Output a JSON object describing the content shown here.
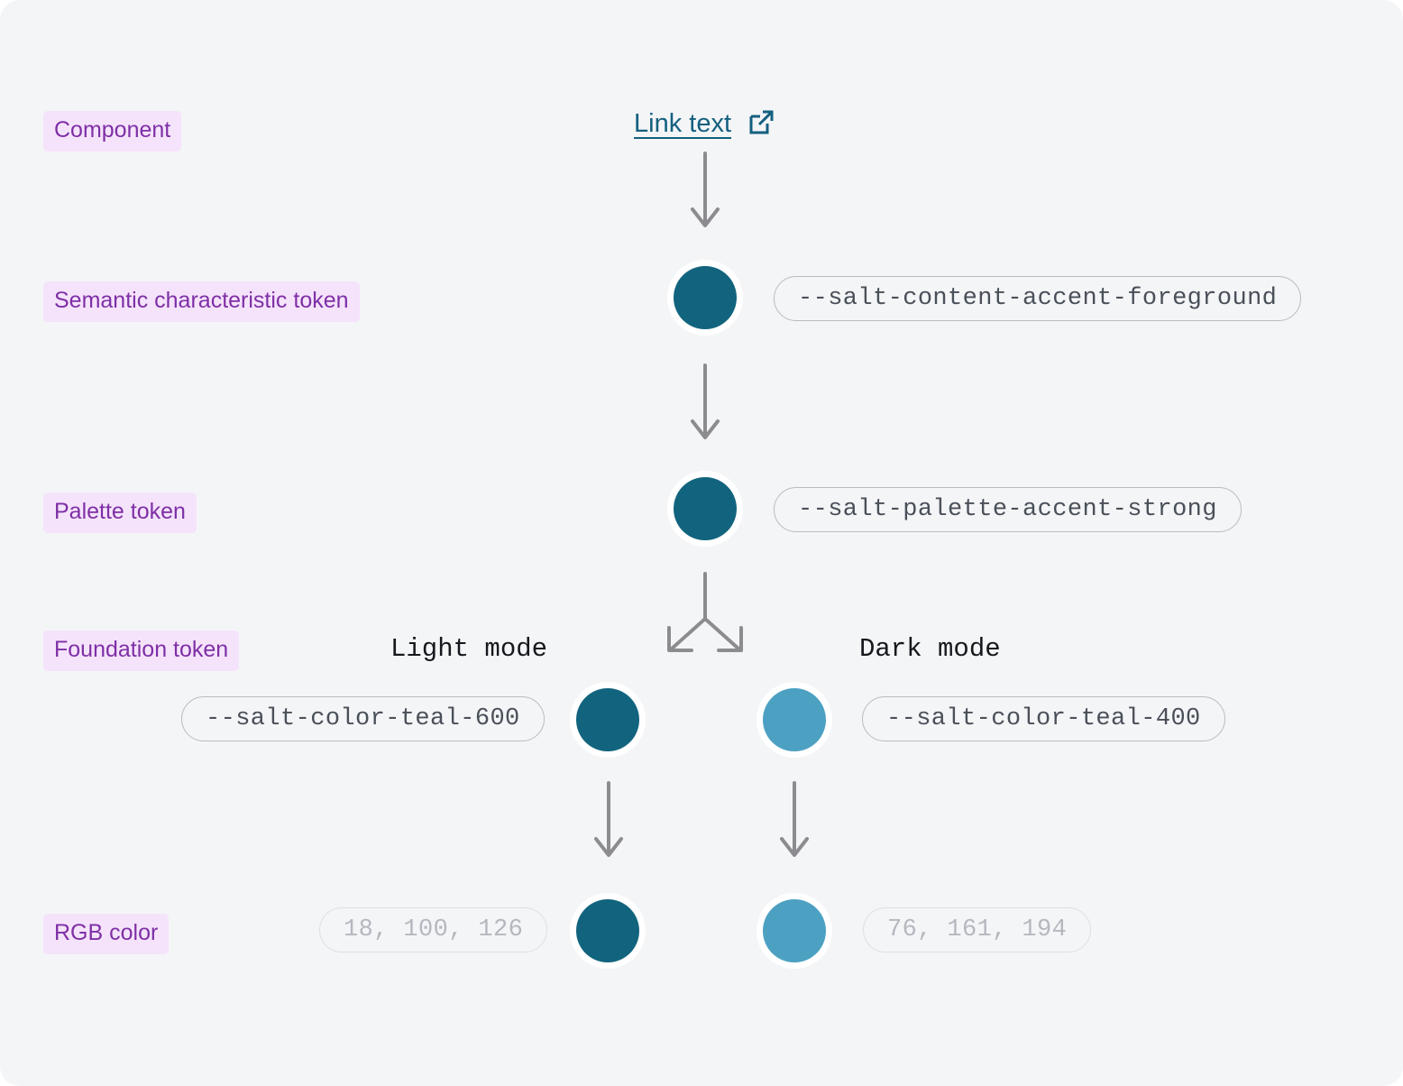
{
  "page": {
    "background": "#F4F5F7"
  },
  "rows": {
    "component": {
      "label": "Component"
    },
    "semantic": {
      "label": "Semantic characteristic token"
    },
    "palette": {
      "label": "Palette token"
    },
    "foundation": {
      "label": "Foundation token"
    },
    "rgb": {
      "label": "RGB color"
    }
  },
  "component": {
    "link_label": "Link text",
    "link_color": "#14607F",
    "icon": "external-link-icon"
  },
  "tokens": {
    "semantic": "--salt-content-accent-foreground",
    "palette": "--salt-palette-accent-strong",
    "light_foundation": "--salt-color-teal-600",
    "dark_foundation": "--salt-color-teal-400"
  },
  "modes": {
    "light_label": "Light mode",
    "dark_label": "Dark mode"
  },
  "rgb_values": {
    "light": "18, 100, 126",
    "dark": "76, 161, 194"
  },
  "colors": {
    "teal_600": "#12647E",
    "teal_400": "#4CA1C2",
    "arrow": "#8C8C90",
    "pill_border": "#B9BCC0",
    "pill_text": "#4A5059",
    "muted_border": "#DDE0E4",
    "muted_text": "#B4B8BE",
    "label_bg": "#F5E3FB",
    "label_text": "#7E2FA6"
  }
}
